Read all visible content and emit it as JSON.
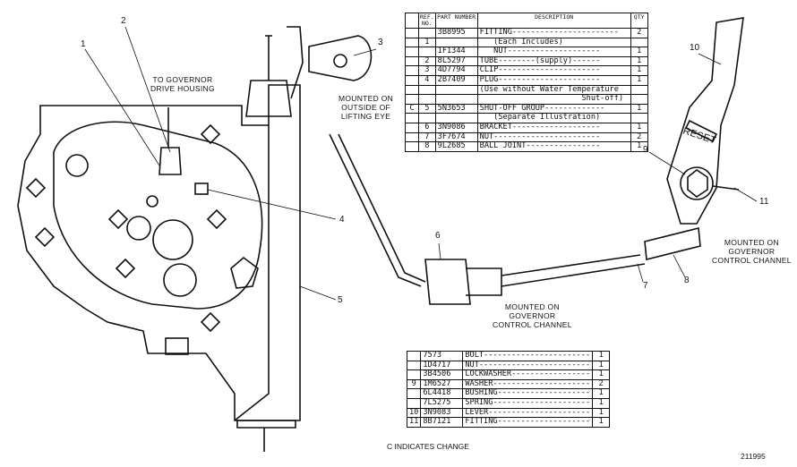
{
  "callouts": [
    "1",
    "2",
    "3",
    "4",
    "5",
    "6",
    "7",
    "8",
    "9",
    "10",
    "11"
  ],
  "labels": {
    "governor_drive": [
      "TO GOVERNOR",
      "DRIVE HOUSING"
    ],
    "lifting_eye": [
      "MOUNTED ON",
      "OUTSIDE OF",
      "LIFTING EYE"
    ],
    "control_channel_mid": [
      "MOUNTED ON",
      "GOVERNOR",
      "CONTROL CHANNEL"
    ],
    "control_channel_right": [
      "MOUNTED ON",
      "GOVERNOR",
      "CONTROL CHANNEL"
    ],
    "reset": "RESET"
  },
  "table1": {
    "headers": {
      "ref": "REF. NO.",
      "part": "PART NUMBER",
      "desc": "DESCRIPTION",
      "qty": "QTY"
    },
    "rows": [
      {
        "c": "",
        "ref": "",
        "part": "3B8995",
        "desc": "FITTING-----------------------",
        "qty": "2"
      },
      {
        "c": "",
        "ref": "1",
        "part": "",
        "desc": "   (Each Includes)",
        "qty": ""
      },
      {
        "c": "",
        "ref": "",
        "part": "1F1344",
        "desc": "   NUT--------------------",
        "qty": "1"
      },
      {
        "c": "",
        "ref": "2",
        "part": "8L5297",
        "desc": "TUBE--------(supply)------",
        "qty": "1"
      },
      {
        "c": "",
        "ref": "3",
        "part": "4D7794",
        "desc": "CLIP----------------------",
        "qty": "1"
      },
      {
        "c": "",
        "ref": "4",
        "part": "2B7409",
        "desc": "PLUG----------------------",
        "qty": "1"
      },
      {
        "c": "",
        "ref": "",
        "part": "",
        "desc": "(Use without Water Temperature",
        "qty": ""
      },
      {
        "c": "",
        "ref": "",
        "part": "",
        "desc": "                      Shut-off)",
        "qty": ""
      },
      {
        "c": "C",
        "ref": "5",
        "part": "5N3653",
        "desc": "SHUT-OFF GROUP-------------",
        "qty": "1"
      },
      {
        "c": "",
        "ref": "",
        "part": "",
        "desc": "   (Separate Illustration)",
        "qty": ""
      },
      {
        "c": "",
        "ref": "6",
        "part": "3N9086",
        "desc": "BRACKET-------------------",
        "qty": "1"
      },
      {
        "c": "",
        "ref": "7",
        "part": "3F7674",
        "desc": "NUT-----------------------",
        "qty": "2"
      },
      {
        "c": "",
        "ref": "8",
        "part": "9L2685",
        "desc": "BALL JOINT----------------",
        "qty": "1"
      }
    ]
  },
  "table2": {
    "rows": [
      {
        "ref": "",
        "part": "7573",
        "desc": "BOLT-----------------------",
        "qty": "1"
      },
      {
        "ref": "",
        "part": "1D4717",
        "desc": "NUT------------------------",
        "qty": "1"
      },
      {
        "ref": "",
        "part": "3B4506",
        "desc": "LOCKWASHER-----------------",
        "qty": "1"
      },
      {
        "ref": "9",
        "part": "1M6527",
        "desc": "WASHER---------------------",
        "qty": "2"
      },
      {
        "ref": "",
        "part": "6L4418",
        "desc": "BUSHING--------------------",
        "qty": "1"
      },
      {
        "ref": "",
        "part": "7L5275",
        "desc": "SPRING---------------------",
        "qty": "1"
      },
      {
        "ref": "10",
        "part": "3N9083",
        "desc": "LEVER----------------------",
        "qty": "1"
      },
      {
        "ref": "11",
        "part": "8B7121",
        "desc": "FITTING--------------------",
        "qty": "1"
      }
    ]
  },
  "change_note": "C INDICATES CHANGE",
  "illustration_number": "211995"
}
